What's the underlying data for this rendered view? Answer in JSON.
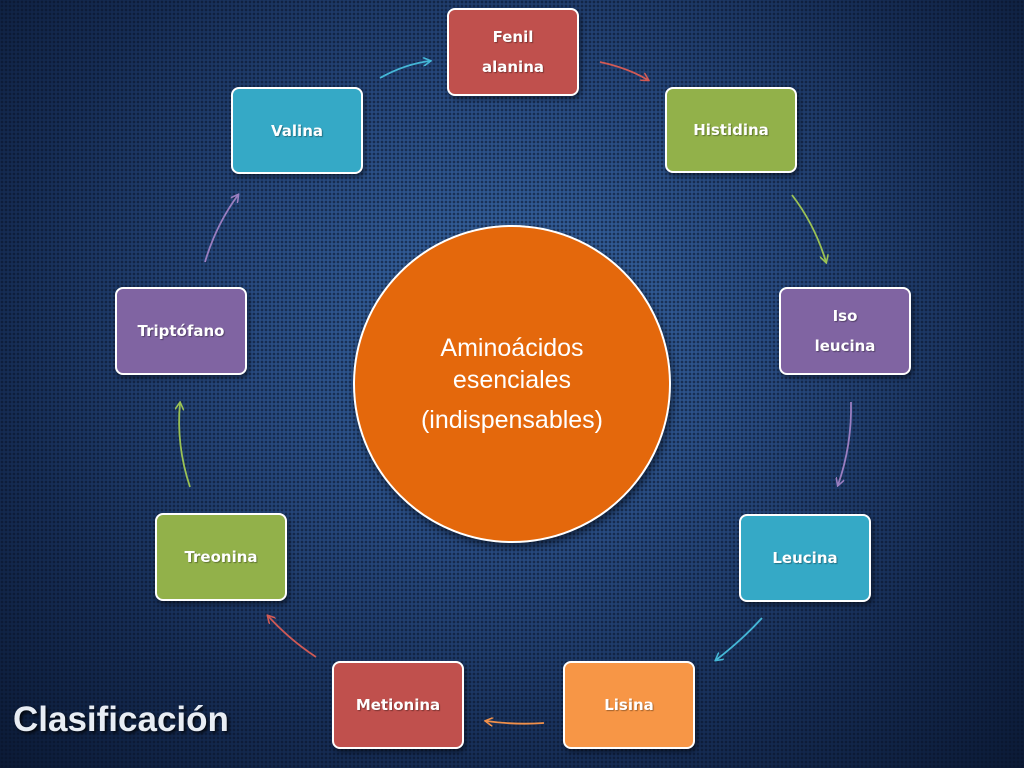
{
  "center": {
    "line1": "Aminoácidos",
    "line2": "esenciales",
    "line3": "(indispensables)",
    "color": "#e4680c"
  },
  "items": [
    {
      "line1": "Fenil",
      "line2": "alanina",
      "color": "#c0504d"
    },
    {
      "line1": "Histidina",
      "line2": "",
      "color": "#92b14a"
    },
    {
      "line1": "Iso",
      "line2": "leucina",
      "color": "#8064a2"
    },
    {
      "line1": "Leucina",
      "line2": "",
      "color": "#35a9c6"
    },
    {
      "line1": "Lisina",
      "line2": "",
      "color": "#f79646"
    },
    {
      "line1": "Metionina",
      "line2": "",
      "color": "#c0504d"
    },
    {
      "line1": "Treonina",
      "line2": "",
      "color": "#92b14a"
    },
    {
      "line1": "Triptófano",
      "line2": "",
      "color": "#8064a2"
    },
    {
      "line1": "Valina",
      "line2": "",
      "color": "#35a9c6"
    }
  ],
  "title": "Clasificación"
}
